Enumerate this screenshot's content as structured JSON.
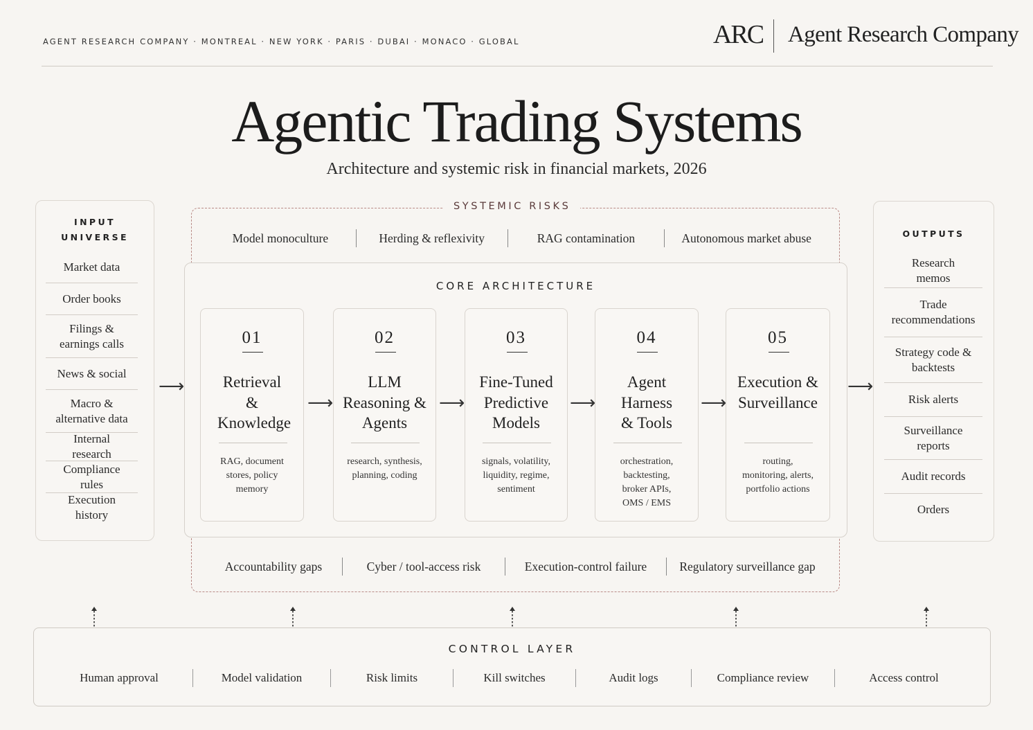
{
  "header": {
    "tagline": "AGENT RESEARCH COMPANY · MONTREAL · NEW YORK · PARIS · DUBAI · MONACO · GLOBAL",
    "logo_mark": "ARC",
    "logo_text": "Agent Research Company"
  },
  "title": "Agentic Trading Systems",
  "subtitle": "Architecture and systemic risk in financial markets, 2026",
  "input_universe": {
    "heading": "INPUT UNIVERSE",
    "items": [
      "Market data",
      "Order books",
      "Filings & earnings calls",
      "News & social",
      "Macro & alternative data",
      "Internal research",
      "Compliance rules",
      "Execution history"
    ]
  },
  "outputs": {
    "heading": "OUTPUTS",
    "items": [
      "Research memos",
      "Trade recommendations",
      "Strategy code & backtests",
      "Risk alerts",
      "Surveillance reports",
      "Audit records",
      "Orders"
    ]
  },
  "systemic_risks": {
    "heading": "SYSTEMIC RISKS",
    "top": [
      "Model monoculture",
      "Herding & reflexivity",
      "RAG contamination",
      "Autonomous market abuse"
    ],
    "bottom": [
      "Accountability gaps",
      "Cyber / tool-access risk",
      "Execution-control failure",
      "Regulatory surveillance gap"
    ]
  },
  "core": {
    "heading": "CORE ARCHITECTURE",
    "stages": [
      {
        "num": "01",
        "name": "Retrieval & Knowledge",
        "desc": "RAG, document stores, policy memory"
      },
      {
        "num": "02",
        "name": "LLM Reasoning & Agents",
        "desc": "research, synthesis, planning, coding"
      },
      {
        "num": "03",
        "name": "Fine-Tuned Predictive Models",
        "desc": "signals, volatility, liquidity, regime, sentiment"
      },
      {
        "num": "04",
        "name": "Agent Harness & Tools",
        "desc": "orchestration, backtesting, broker APIs, OMS / EMS"
      },
      {
        "num": "05",
        "name": "Execution & Surveillance",
        "desc": "routing, monitoring, alerts, portfolio actions"
      }
    ]
  },
  "control_layer": {
    "heading": "CONTROL LAYER",
    "items": [
      "Human approval",
      "Model validation",
      "Risk limits",
      "Kill switches",
      "Audit logs",
      "Compliance review",
      "Access control"
    ]
  },
  "colors": {
    "background": "#f7f5f2",
    "risk_border": "#b98a86",
    "risk_heading": "#5a3a3a",
    "text": "#222222"
  }
}
